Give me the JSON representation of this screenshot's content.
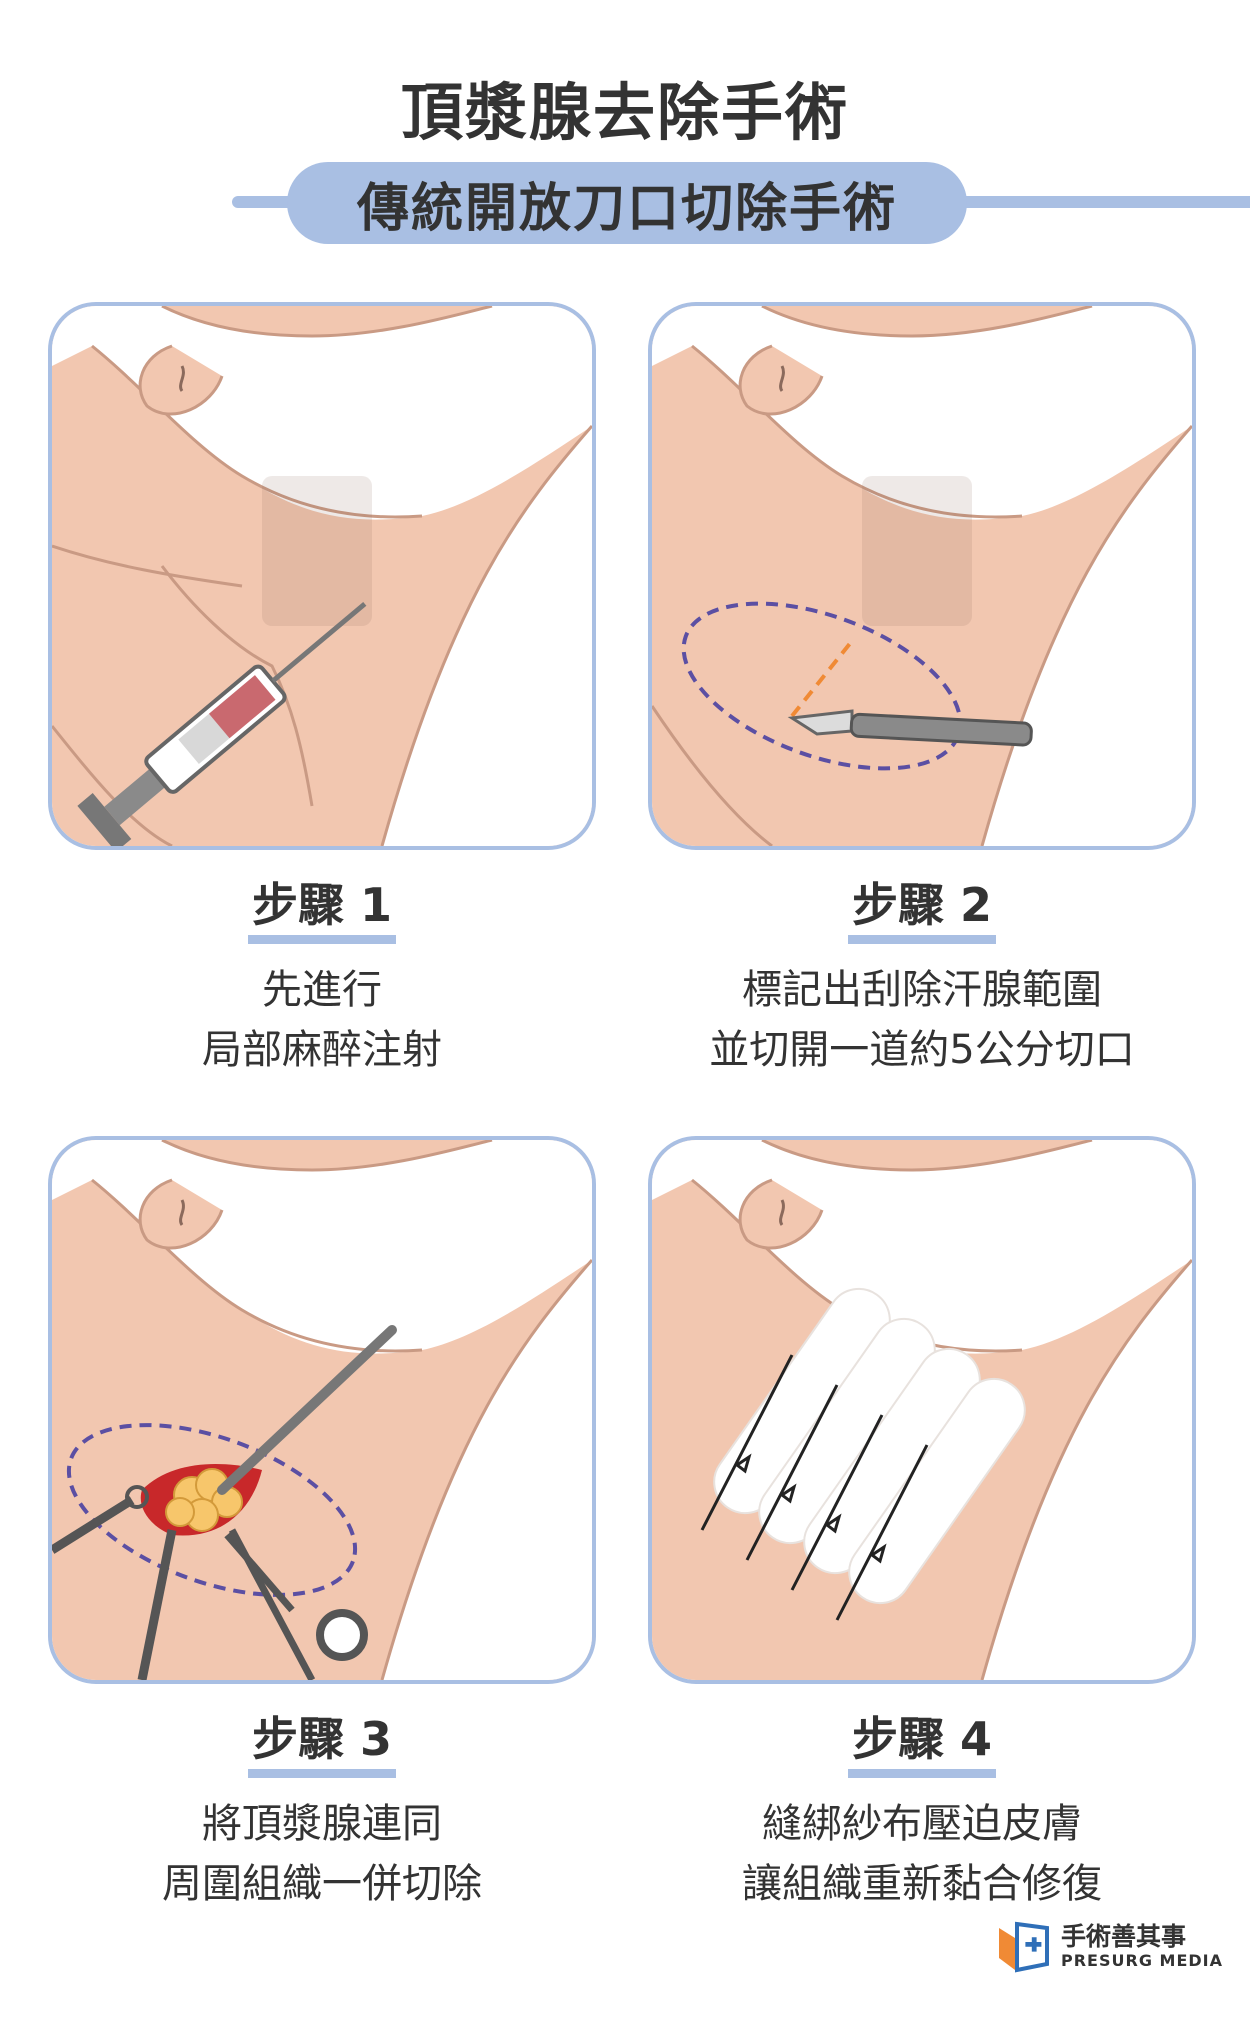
{
  "header": {
    "title": "頂漿腺去除手術",
    "subtitle": "傳統開放刀口切除手術"
  },
  "steps": [
    {
      "title": "步驟 1",
      "desc_line1": "先進行",
      "desc_line2": "局部麻醉注射"
    },
    {
      "title": "步驟 2",
      "desc_line1": "標記出刮除汗腺範圍",
      "desc_line2": "並切開一道約5公分切口"
    },
    {
      "title": "步驟 3",
      "desc_line1": "將頂漿腺連同",
      "desc_line2": "周圍組織一併切除"
    },
    {
      "title": "步驟 4",
      "desc_line1": "縫綁紗布壓迫皮膚",
      "desc_line2": "讓組織重新黏合修復"
    }
  ],
  "brand": {
    "name": "手術善其事",
    "name_en": "PRESURG MEDIA",
    "icon": "presurg-logo-icon"
  },
  "colors": {
    "accent": "#a9bfe3",
    "skin": "#f2c7b0",
    "skin_line": "#c99a84",
    "text": "#333333",
    "marker": "#5b4fa3",
    "incision": "#f08a35",
    "wound": "#c8282a"
  }
}
